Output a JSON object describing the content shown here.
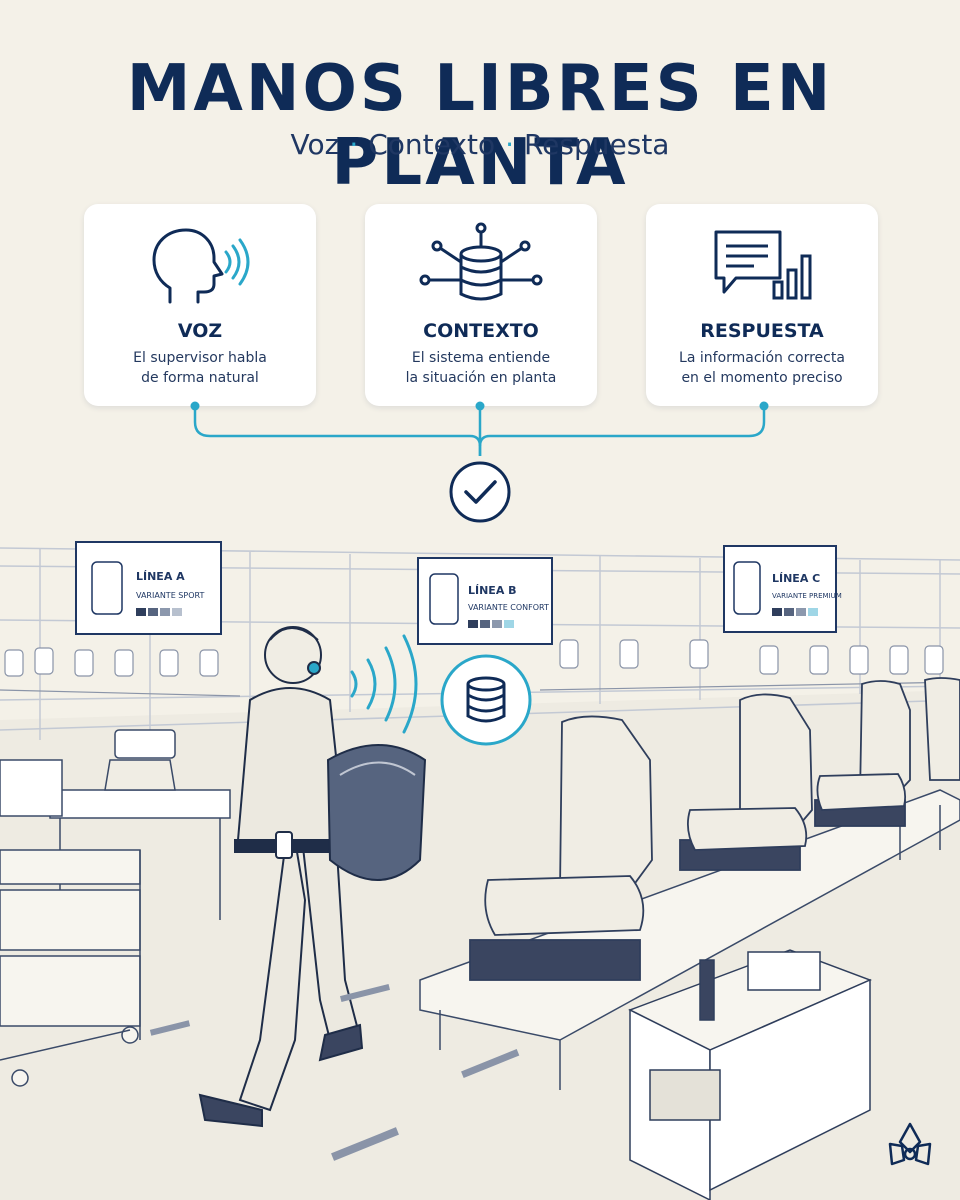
{
  "header": {
    "title": "MANOS LIBRES EN PLANTA",
    "subtitle_parts": [
      "Voz",
      "Contexto",
      "Respuesta"
    ],
    "separator": "·"
  },
  "cards": [
    {
      "title": "VOZ",
      "desc1": "El supervisor habla",
      "desc2": "de forma natural",
      "icon": "head-speaking-icon"
    },
    {
      "title": "CONTEXTO",
      "desc1": "El sistema entiende",
      "desc2": "la situación en planta",
      "icon": "database-network-icon"
    },
    {
      "title": "RESPUESTA",
      "desc1": "La información correcta",
      "desc2": "en el momento preciso",
      "icon": "chat-chart-icon"
    }
  ],
  "signs": [
    {
      "line": "LÍNEA A",
      "variant": "VARIANTE SPORT"
    },
    {
      "line": "LÍNEA B",
      "variant": "VARIANTE CONFORT"
    },
    {
      "line": "LÍNEA C",
      "variant": "VARIANTE PREMIUM"
    }
  ],
  "colors": {
    "navy": "#0f2b57",
    "accent": "#2aa7c9",
    "background": "#f4f1e8",
    "card": "#ffffff"
  }
}
